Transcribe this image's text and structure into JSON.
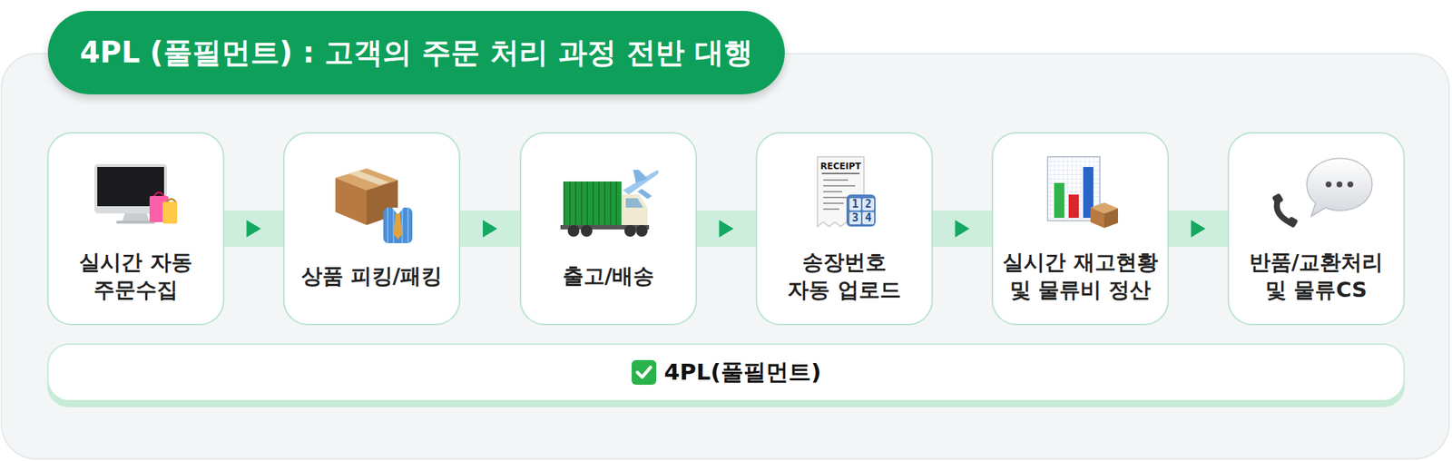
{
  "diagram": {
    "title": "4PL (풀필먼트) : 고객의 주문 처리 과정 전반 대행",
    "nodes": [
      {
        "text": [
          "실시간 자동 주문수집"
        ]
      },
      {
        "text": [
          "상품 피킹/패킹"
        ]
      },
      {
        "text": [
          "출고/배송"
        ]
      },
      {
        "text": [
          "송장번호 자동 업로드"
        ]
      },
      {
        "text": [
          "실시간 재고현황 및 물류비 정산"
        ]
      },
      {
        "text": [
          "반품/교환처리 및 물류CS"
        ]
      },
      {
        "text": [
          "4PL(풀필먼트)"
        ]
      }
    ],
    "edges": [
      {
        "from": 0,
        "to": 1,
        "arrow": "to"
      },
      {
        "from": 1,
        "to": 2,
        "arrow": "to"
      },
      {
        "from": 2,
        "to": 3,
        "arrow": "to"
      },
      {
        "from": 3,
        "to": 4,
        "arrow": "to"
      },
      {
        "from": 4,
        "to": 5,
        "arrow": "to"
      }
    ],
    "labels": [
      "RECEIPT",
      "1 2 3 4"
    ]
  }
}
